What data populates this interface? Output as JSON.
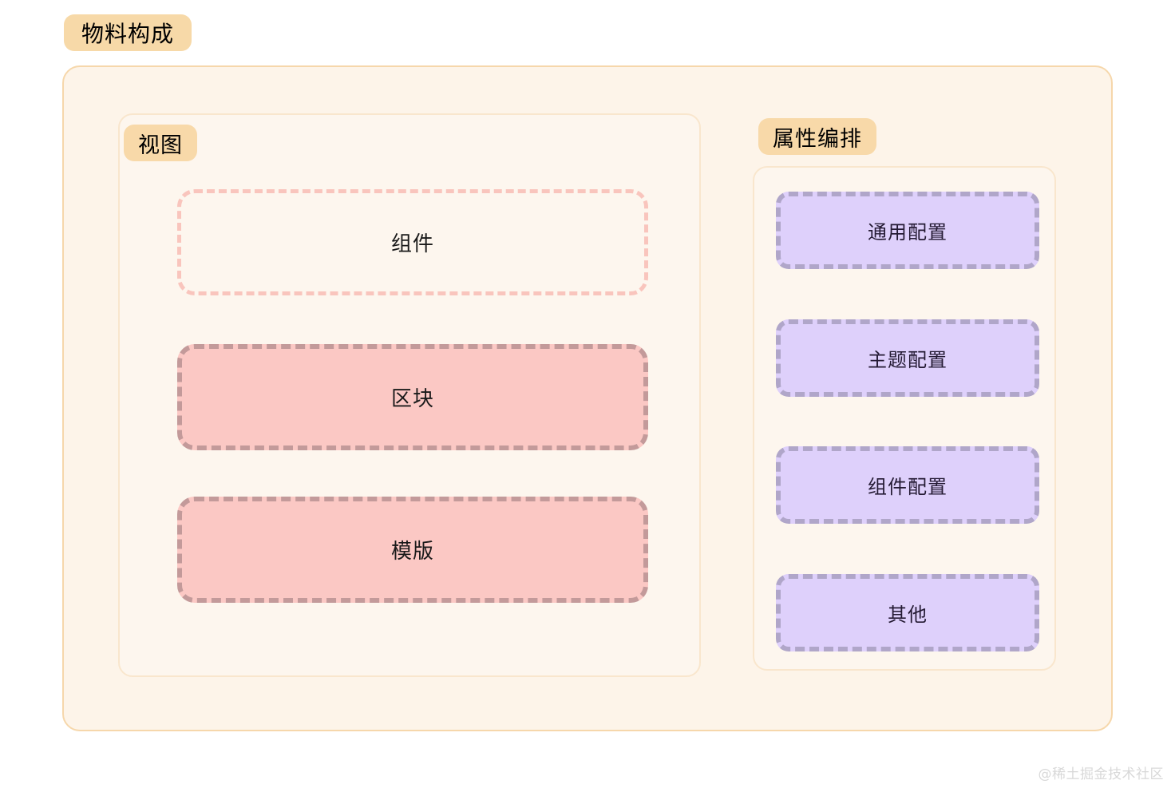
{
  "diagram": {
    "title": "物料构成",
    "sections": [
      {
        "key": "view",
        "label": "视图",
        "items": [
          {
            "label": "组件",
            "style": "outline-pink"
          },
          {
            "label": "区块",
            "style": "filled-pink"
          },
          {
            "label": "模版",
            "style": "filled-pink"
          }
        ]
      },
      {
        "key": "props",
        "label": "属性编排",
        "items": [
          {
            "label": "通用配置",
            "style": "filled-purple"
          },
          {
            "label": "主题配置",
            "style": "filled-purple"
          },
          {
            "label": "组件配置",
            "style": "filled-purple"
          },
          {
            "label": "其他",
            "style": "filled-purple"
          }
        ]
      }
    ]
  },
  "watermark": "@稀土掘金技术社区",
  "colors": {
    "badge_bg": "#f7d9a8",
    "outer_bg": "#fdf4e9",
    "outer_border": "#f6d7ab",
    "panel_bg": "#fdf6ee",
    "panel_border": "#f9e6cd",
    "pink_fill": "#fbc8c4",
    "pink_dash": "#c39a9a",
    "pink_outline": "#f9c5bd",
    "purple_fill": "#ded0fb",
    "purple_dash": "#b0a6c9",
    "watermark_color": "#d8d8d8"
  }
}
